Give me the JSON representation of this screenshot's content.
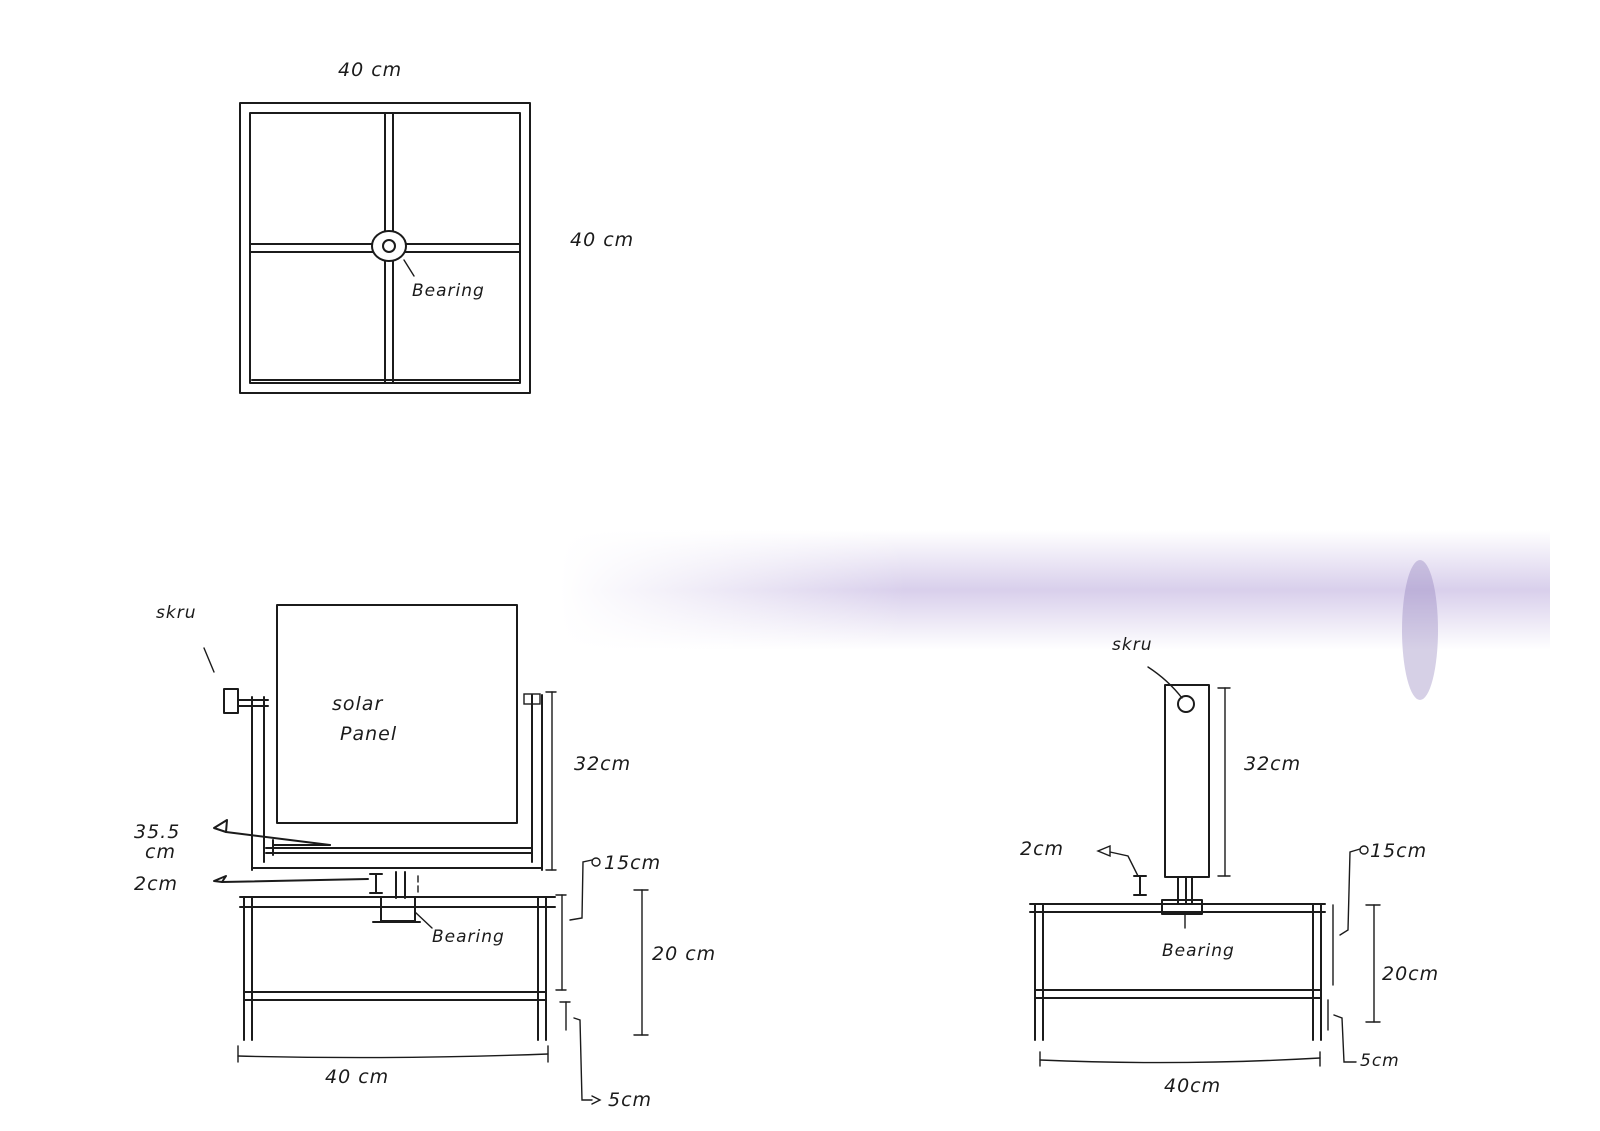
{
  "top_view": {
    "width_label": "40 cm",
    "height_label": "40 cm",
    "bearing_label": "Bearing"
  },
  "front_view": {
    "screw_label": "skru",
    "panel_label_line1": "solar",
    "panel_label_line2": "Panel",
    "panel_height_label": "32cm",
    "plate_label_line1": "35.5",
    "plate_label_line2": "cm",
    "shaft_label": "2cm",
    "top_bar_label": "15cm",
    "base_height_label": "20 cm",
    "bearing_label": "Bearing",
    "base_width_label": "40 cm",
    "foot_label": "5cm"
  },
  "side_view": {
    "screw_label": "skru",
    "panel_height_label": "32cm",
    "shaft_label": "2cm",
    "top_bar_label": "15cm",
    "bearing_label": "Bearing",
    "base_height_label": "20cm",
    "foot_label": "5cm",
    "base_width_label": "40cm"
  },
  "colors": {
    "ink": "#1b1b1b",
    "paper": "#ffffff",
    "smudge": "#b9a8dc"
  }
}
